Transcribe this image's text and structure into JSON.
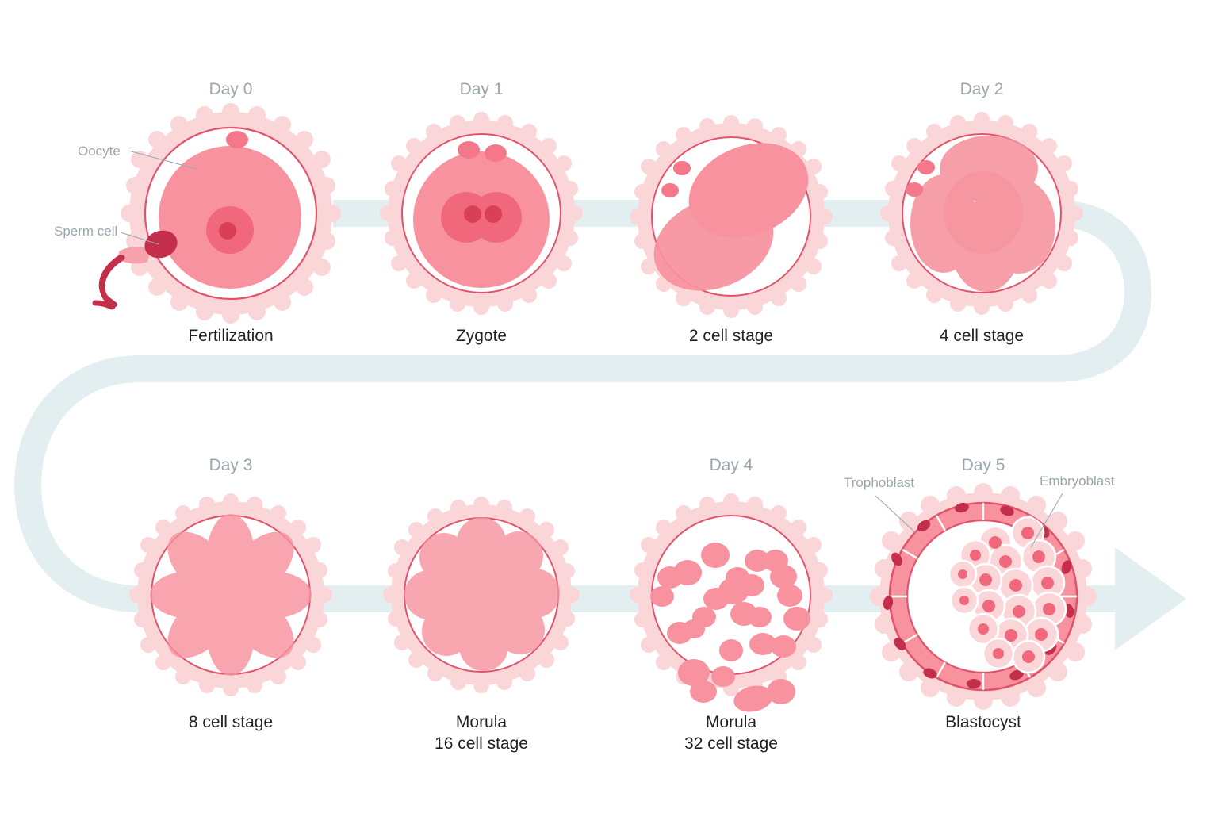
{
  "diagram": {
    "title": "Human embryonic development from fertilization to blastocyst",
    "ribbon_color": "#e3eef0",
    "zona_color": "#fbd6d9",
    "membrane_stroke": "#e2536b",
    "cell_fill": "#f7929e",
    "nucleus_fill": "#f1687d",
    "nucleolus_fill": "#d93f58",
    "sperm_head_color": "#c32f4a",
    "day_label_color": "#9aa7ad",
    "caption_color": "#231f20"
  },
  "stages": [
    {
      "id": "fertilization",
      "day": "Day 0",
      "caption": "Fertilization",
      "cells": 1,
      "annotations": [
        "Oocyte",
        "Sperm cell"
      ]
    },
    {
      "id": "zygote",
      "day": "Day 1",
      "caption": "Zygote",
      "cells": 1,
      "annotations": []
    },
    {
      "id": "two-cell",
      "day": "",
      "caption": "2 cell stage",
      "cells": 2,
      "annotations": []
    },
    {
      "id": "four-cell",
      "day": "Day 2",
      "caption": "4 cell stage",
      "cells": 4,
      "annotations": []
    },
    {
      "id": "eight-cell",
      "day": "Day 3",
      "caption": "8 cell stage",
      "cells": 8,
      "annotations": []
    },
    {
      "id": "morula-16",
      "day": "",
      "caption_line1": "Morula",
      "caption_line2": "16 cell stage",
      "cells": 16,
      "annotations": []
    },
    {
      "id": "morula-32",
      "day": "Day 4",
      "caption_line1": "Morula",
      "caption_line2": "32 cell stage",
      "cells": 32,
      "annotations": []
    },
    {
      "id": "blastocyst",
      "day": "Day 5",
      "caption": "Blastocyst",
      "annotations": [
        "Trophoblast",
        "Embryoblast"
      ]
    }
  ],
  "labels": {
    "day0": "Day 0",
    "day1": "Day 1",
    "day2": "Day 2",
    "day3": "Day 3",
    "day4": "Day 4",
    "day5": "Day 5",
    "oocyte": "Oocyte",
    "sperm_cell": "Sperm cell",
    "trophoblast": "Trophoblast",
    "embryoblast": "Embryoblast",
    "fertilization": "Fertilization",
    "zygote": "Zygote",
    "two_cell_stage": "2 cell stage",
    "four_cell_stage": "4 cell stage",
    "eight_cell_stage": "8 cell stage",
    "morula": "Morula",
    "sixteen_cell_stage": "16 cell stage",
    "morula2": "Morula",
    "thirtytwo_cell_stage": "32 cell stage",
    "blastocyst": "Blastocyst"
  }
}
